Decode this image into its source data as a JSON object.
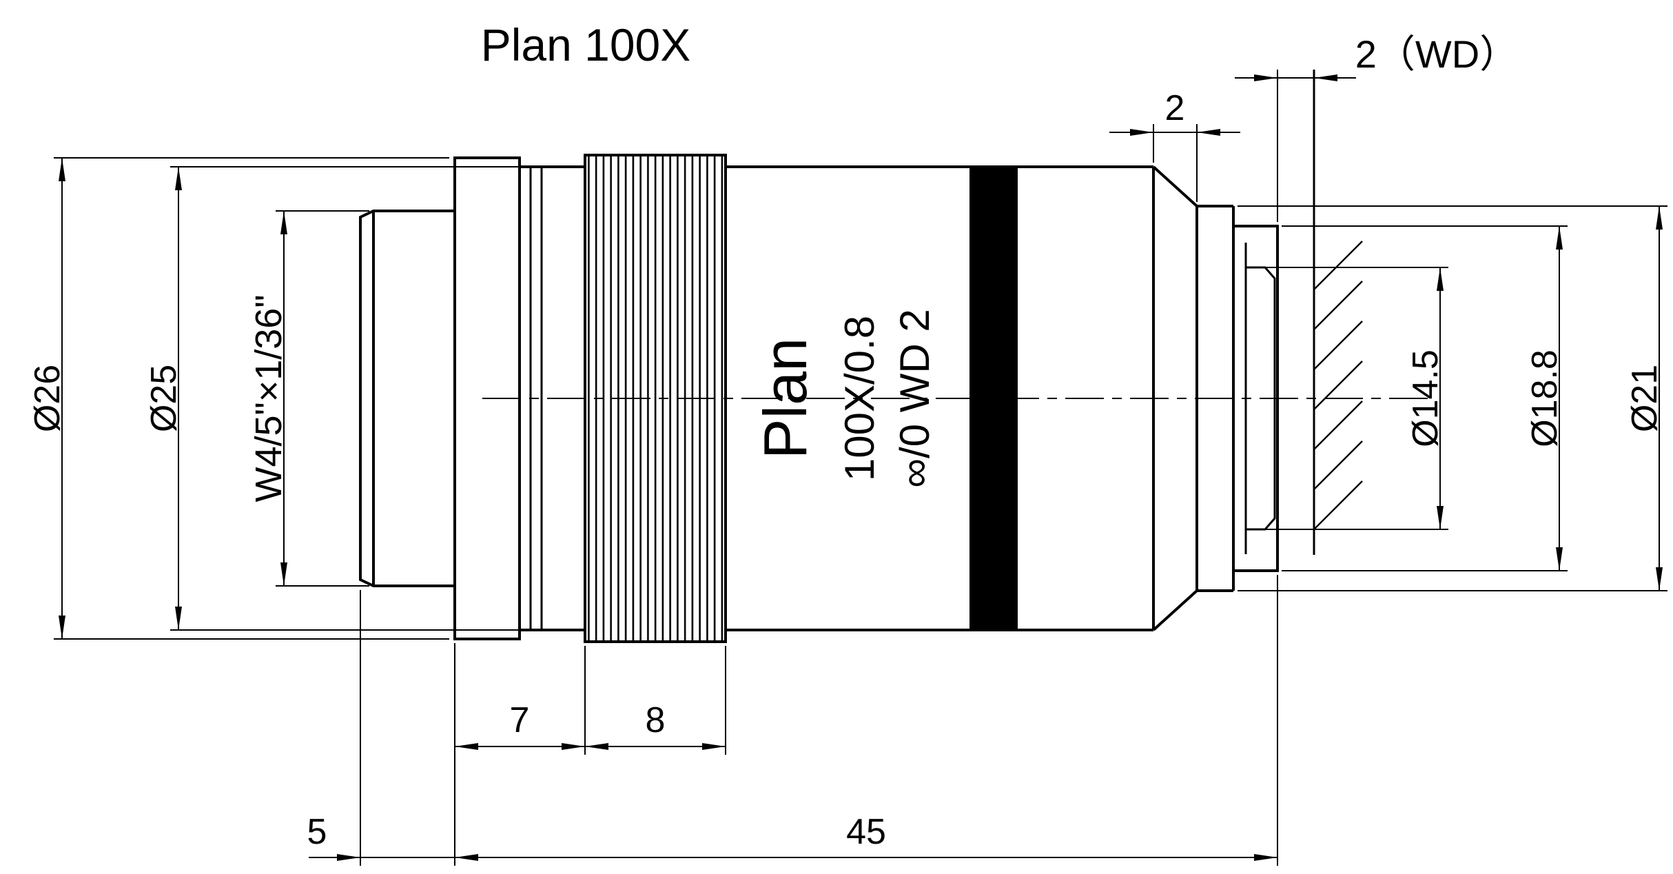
{
  "title": "Plan  100X",
  "markings": {
    "line1": "Plan",
    "line2": "100X/0.8",
    "line3": "∞/0 WD 2"
  },
  "dimensions": {
    "outer_diameter": "Ø26",
    "body_diameter": "Ø25",
    "thread_spec": "W4/5\"×1/36\"",
    "flange_length": "7",
    "knurl_length": "8",
    "thread_length": "5",
    "overall_length": "45",
    "nose_step_length": "2",
    "working_distance": "2（WD）",
    "front_lens_diameter": "Ø14.5",
    "front_cap_diameter": "Ø18.8",
    "nose_diameter": "Ø21"
  },
  "colors": {
    "ink": "#000000",
    "background": "#ffffff",
    "band": "#000000"
  }
}
